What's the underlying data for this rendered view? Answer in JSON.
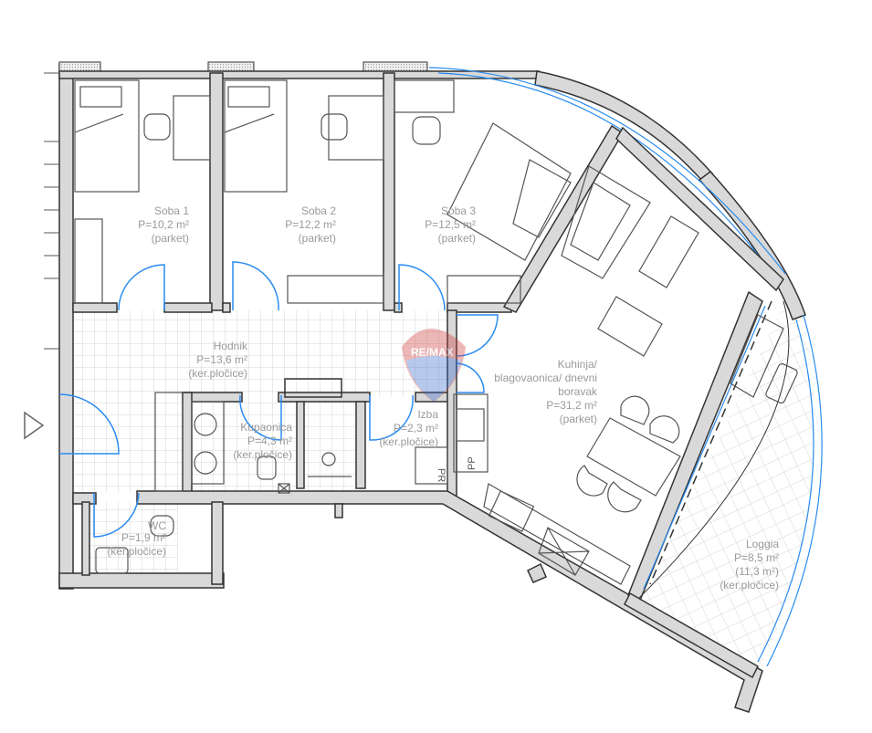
{
  "plan": {
    "rooms": [
      {
        "name": "Soba 1",
        "area": "P=10,2 m²",
        "floor": "(parket)"
      },
      {
        "name": "Soba 2",
        "area": "P=12,2 m²",
        "floor": "(parket)"
      },
      {
        "name": "Soba 3",
        "area": "P=12,5 m²",
        "floor": "(parket)"
      },
      {
        "name": "Hodnik",
        "area": "P=13,6 m²",
        "floor": "(ker.pločice)"
      },
      {
        "name": "Kupaonica",
        "area": "P=4,3 m²",
        "floor": "(ker.pločice)"
      },
      {
        "name": "Izba",
        "area": "P=2,3 m²",
        "floor": "(ker.pločice)"
      },
      {
        "name": "WC",
        "area": "P=1,9 m²",
        "floor": "(ker.pločice)"
      },
      {
        "kitchen_l1": "Kuhinja/",
        "kitchen_l2": "blagovaonica/ dnevni",
        "kitchen_l3": "boravak",
        "area": "P=31,2 m²",
        "floor": "(parket)"
      },
      {
        "name": "Loggia",
        "area": "P=8,5 m²",
        "area2": "(11,3 m²)",
        "floor": "(ker.pločice)"
      }
    ],
    "marks": {
      "pp": "PP",
      "pr": "PR"
    },
    "watermark": "RE/MAX",
    "colors": {
      "door": "#2a8cf0",
      "wall": "#d9d9d9",
      "label": "#9a9a9a"
    }
  }
}
